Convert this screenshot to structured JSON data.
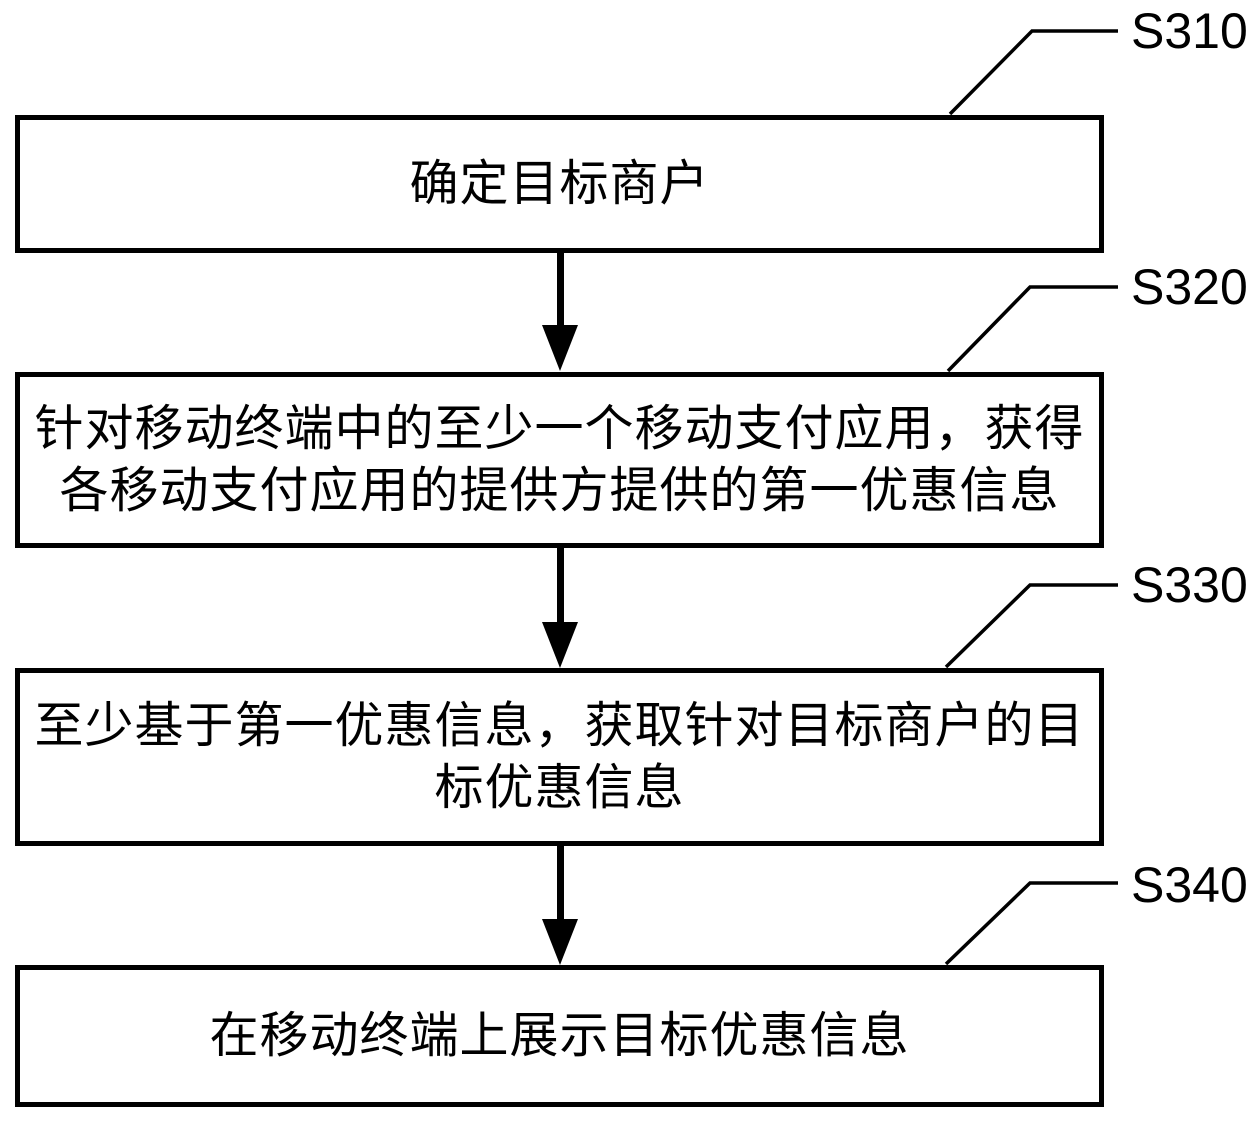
{
  "diagram": {
    "kind": "flowchart",
    "background_color": "#ffffff",
    "line_color": "#000000",
    "steps": [
      {
        "label": "S310",
        "text": "确定目标商户",
        "lines": [
          "确定目标商户"
        ]
      },
      {
        "label": "S320",
        "text": "针对移动终端中的至少一个移动支付应用，获得各移动支付应用的提供方提供的第一优惠信息",
        "lines": [
          "针对移动终端中的至少一个移动支付应用，获得",
          "各移动支付应用的提供方提供的第一优惠信息"
        ]
      },
      {
        "label": "S330",
        "text": "至少基于第一优惠信息，获取针对目标商户的目标优惠信息",
        "lines": [
          "至少基于第一优惠信息，获取针对目标商户的目",
          "标优惠信息"
        ]
      },
      {
        "label": "S340",
        "text": "在移动终端上展示目标优惠信息",
        "lines": [
          "在移动终端上展示目标优惠信息"
        ]
      }
    ],
    "connectors": [
      {
        "from": "S310",
        "to": "S320",
        "type": "arrow-down"
      },
      {
        "from": "S320",
        "to": "S330",
        "type": "arrow-down"
      },
      {
        "from": "S330",
        "to": "S340",
        "type": "arrow-down"
      }
    ]
  }
}
